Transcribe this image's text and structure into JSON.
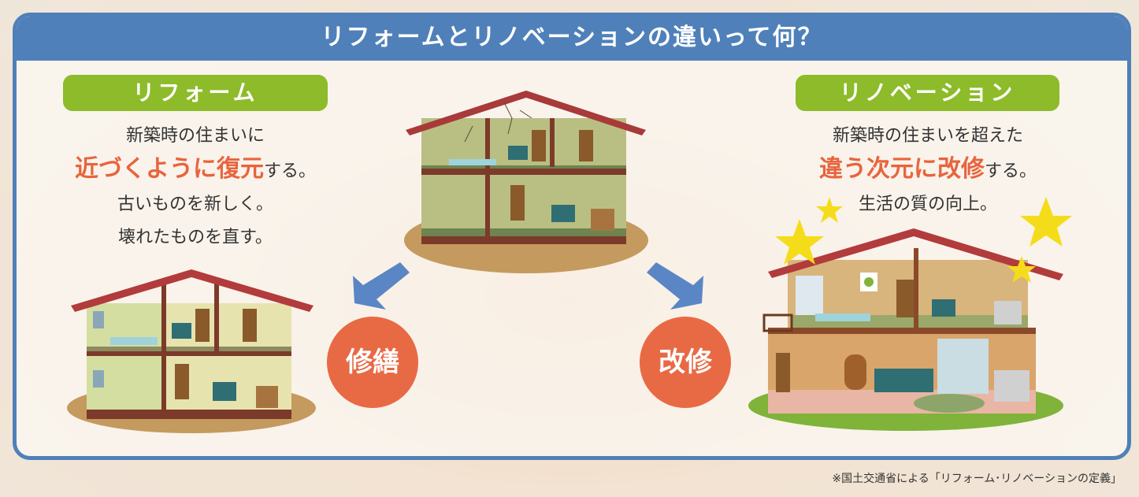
{
  "title": "リフォームとリノベーションの違いって何？",
  "reform": {
    "label": "リフォーム",
    "line1": "新築時の住まいに",
    "highlight": "近づくように復元",
    "line2_suffix": "する。",
    "line3": "古いものを新しく。",
    "line4": "壊れたものを直す。",
    "badge": "修繕"
  },
  "renovation": {
    "label": "リノベーション",
    "line1": "新築時の住まいを超えた",
    "highlight": "違う次元に改修",
    "line2_suffix": "する。",
    "line3": "生活の質の向上。",
    "badge": "改修"
  },
  "footnote": "※国土交通省による「リフォーム･リノベーションの定義」",
  "colors": {
    "frame": "#4f80b9",
    "label_green": "#8dbb2a",
    "accent": "#e86a45",
    "arrow": "#5b86c5",
    "star": "#f5dc1a"
  }
}
